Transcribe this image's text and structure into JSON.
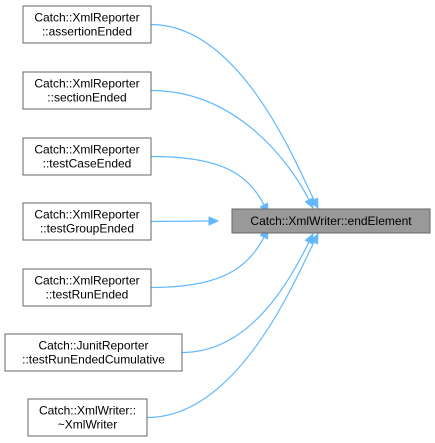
{
  "diagram": {
    "target": {
      "lines": [
        "Catch::XmlWriter::endElement"
      ]
    },
    "callers": [
      {
        "lines": [
          "Catch::XmlReporter",
          "::assertionEnded"
        ]
      },
      {
        "lines": [
          "Catch::XmlReporter",
          "::sectionEnded"
        ]
      },
      {
        "lines": [
          "Catch::XmlReporter",
          "::testCaseEnded"
        ]
      },
      {
        "lines": [
          "Catch::XmlReporter",
          "::testGroupEnded"
        ]
      },
      {
        "lines": [
          "Catch::XmlReporter",
          "::testRunEnded"
        ]
      },
      {
        "lines": [
          "Catch::JunitReporter",
          "::testRunEndedCumulative"
        ]
      },
      {
        "lines": [
          "Catch::XmlWriter::",
          "~XmlWriter"
        ]
      }
    ],
    "colors": {
      "edge": "#63b8ff",
      "target_fill": "#999999",
      "node_border": "#666666"
    }
  }
}
